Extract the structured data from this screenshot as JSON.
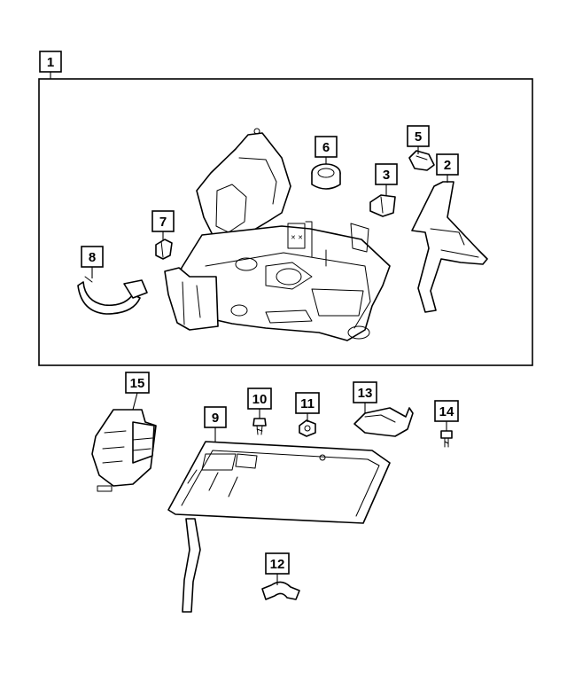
{
  "callouts": [
    {
      "id": "c1",
      "label": "1"
    },
    {
      "id": "c2",
      "label": "2"
    },
    {
      "id": "c3",
      "label": "3"
    },
    {
      "id": "c4",
      "label": "5"
    },
    {
      "id": "c5",
      "label": "6"
    },
    {
      "id": "c6",
      "label": "7"
    },
    {
      "id": "c7",
      "label": "8"
    },
    {
      "id": "c8",
      "label": "9"
    },
    {
      "id": "c9",
      "label": "10"
    },
    {
      "id": "c10",
      "label": "11"
    },
    {
      "id": "c11",
      "label": "12"
    },
    {
      "id": "c12",
      "label": "13"
    },
    {
      "id": "c13",
      "label": "14"
    },
    {
      "id": "c14",
      "label": "15"
    }
  ]
}
